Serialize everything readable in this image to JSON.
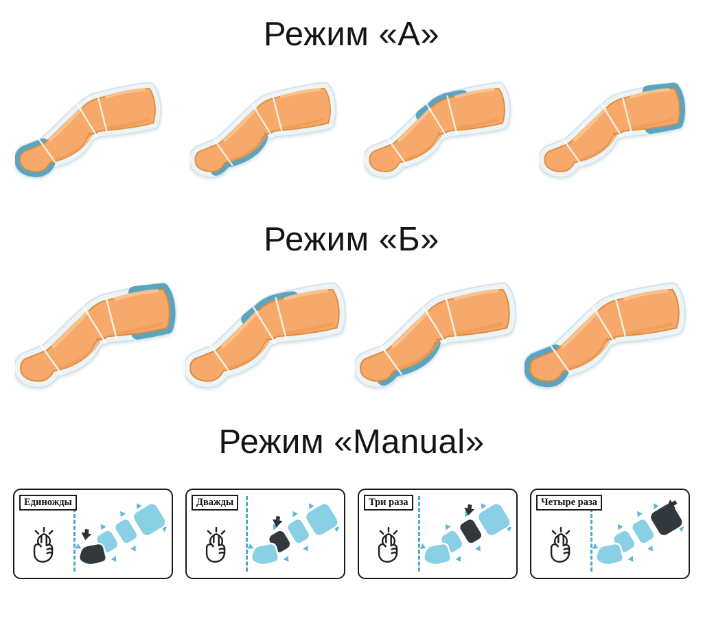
{
  "document": {
    "background": "#ffffff",
    "type": "massager-modes-instruction"
  },
  "sections": {
    "mode_a": {
      "title": "Режим «А»",
      "legs": [
        {
          "highlight": "foot"
        },
        {
          "highlight": "calf"
        },
        {
          "highlight": "knee"
        },
        {
          "highlight": "thigh"
        }
      ]
    },
    "mode_b": {
      "title": "Режим «Б»",
      "legs": [
        {
          "highlight": "thigh"
        },
        {
          "highlight": "knee"
        },
        {
          "highlight": "calf"
        },
        {
          "highlight": "foot"
        }
      ]
    },
    "manual": {
      "title": "Режим «Manual»",
      "cards": [
        {
          "label": "Единожды",
          "dark_segment": "foot",
          "icon": "press-hand-icon"
        },
        {
          "label": "Дважды",
          "dark_segment": "calf",
          "icon": "press-hand-icon"
        },
        {
          "label": "Три раза",
          "dark_segment": "knee",
          "icon": "press-hand-icon"
        },
        {
          "label": "Четыре раза",
          "dark_segment": "thigh",
          "icon": "press-hand-icon"
        }
      ]
    }
  },
  "colors": {
    "highlight_blue": "#5ba4bf",
    "skin": "#f6a96a",
    "cuff_light_blue": "#8ad0e4",
    "dark_segment": "#33383d",
    "divider_blue": "#4fa8ca",
    "text": "#141414"
  }
}
